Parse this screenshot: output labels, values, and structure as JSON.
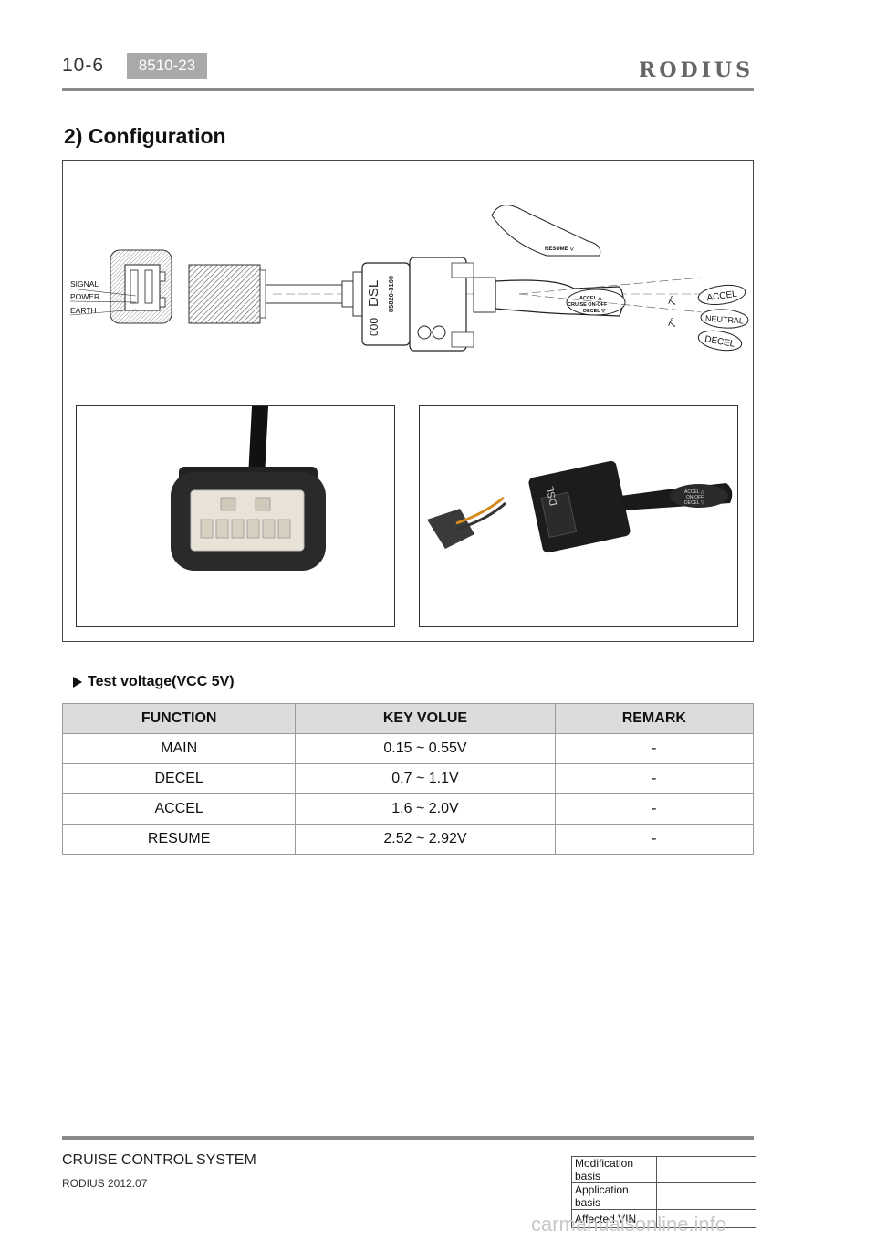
{
  "header": {
    "page_number": "10-6",
    "code": "8510-23",
    "brand": "RODIUS"
  },
  "section_title": "2) Configuration",
  "figure": {
    "wire_labels": [
      "SIGNAL",
      "POWER",
      "EARTH"
    ],
    "switch_texts": {
      "resume": "RESUME ▽",
      "accel": "ACCEL △",
      "cruise": "CRUISE ON-OFF",
      "decel": "DECEL ▽",
      "dsl": "DSL",
      "part_no": "85820-3100",
      "code": "000",
      "angle_top": "7°",
      "angle_bottom": "7°"
    },
    "positions": [
      "ACCEL",
      "NEUTRAL",
      "DECEL"
    ],
    "photo2_texts": {
      "dsl": "DSL",
      "accel": "ACCEL △",
      "onoff": "ON-OFF",
      "decel": "DECEL ▽"
    }
  },
  "test": {
    "title": "Test voltage(VCC 5V)",
    "columns": [
      "FUNCTION",
      "KEY VOLUE",
      "REMARK"
    ],
    "rows": [
      [
        "MAIN",
        "0.15 ~ 0.55V",
        "-"
      ],
      [
        "DECEL",
        "0.7 ~ 1.1V",
        "-"
      ],
      [
        "ACCEL",
        "1.6 ~ 2.0V",
        "-"
      ],
      [
        "RESUME",
        "2.52 ~ 2.92V",
        "-"
      ]
    ]
  },
  "footer": {
    "title": "CRUISE CONTROL SYSTEM",
    "subtitle": "RODIUS 2012.07",
    "mod_table": [
      {
        "label": "Modification basis",
        "value": ""
      },
      {
        "label": "Application basis",
        "value": ""
      },
      {
        "label": "Affected VIN",
        "value": ""
      }
    ],
    "watermark": "carmanualsonline.info"
  }
}
